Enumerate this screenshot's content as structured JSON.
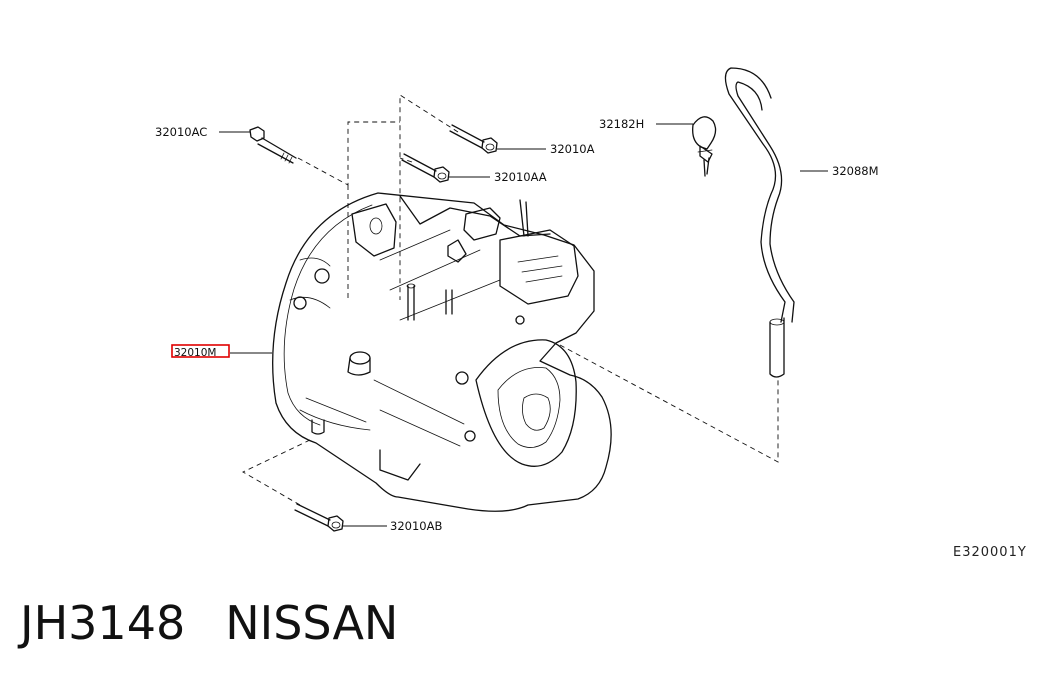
{
  "callouts": {
    "bolt_ac": "32010AC",
    "bolt_a": "32010A",
    "bolt_aa": "32010AA",
    "clamp": "32182H",
    "tube": "32088M",
    "transaxle": "32010M",
    "bolt_ab": "32010AB"
  },
  "figure_ref": "E320001Y",
  "caption": {
    "part_code": "JH3148",
    "brand": "NISSAN"
  },
  "highlight_color": "#e00000"
}
